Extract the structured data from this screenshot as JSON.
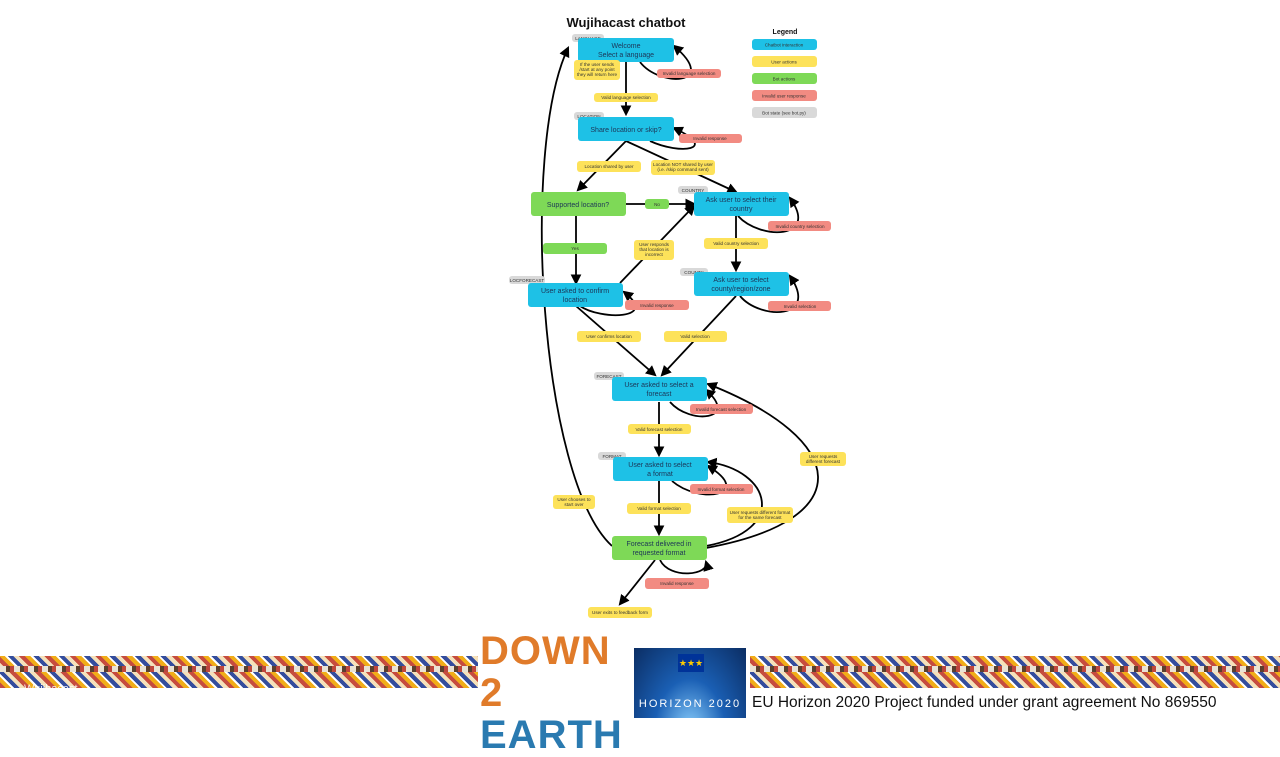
{
  "title": "Wujihacast chatbot",
  "legend": {
    "heading": "Legend",
    "items": [
      {
        "label": "Chatbot interaction",
        "color": "#1ec1e6"
      },
      {
        "label": "User actions",
        "color": "#fde25a"
      },
      {
        "label": "Bot actions",
        "color": "#7ed957"
      },
      {
        "label": "Invalid user response",
        "color": "#f28b82"
      },
      {
        "label": "Bot state (see bot.py)",
        "color": "#d9d9d9"
      }
    ]
  },
  "states": {
    "language": "LANGUAGE",
    "location": "LOCATION",
    "country": "COUNTRY",
    "county": "COUNTY",
    "locforecast": "LOCFORECAST",
    "forecast": "FORECAST",
    "format": "FORMAT"
  },
  "nodes": {
    "welcome": [
      "Welcome",
      "Select a language"
    ],
    "share_location": [
      "Share location or skip?"
    ],
    "supported_location": [
      "Supported location?"
    ],
    "select_country": [
      "Ask user to select their",
      "country"
    ],
    "confirm_location": [
      "User asked to confirm",
      "location"
    ],
    "select_county": [
      "Ask user to select",
      "county/region/zone"
    ],
    "select_forecast": [
      "User asked to select a",
      "forecast"
    ],
    "select_format": [
      "User asked to select",
      "a format"
    ],
    "forecast_delivered": [
      "Forecast delivered in",
      "requested format"
    ]
  },
  "labels": {
    "return_note": [
      "If the user sends",
      "/start at any point",
      "they will return here"
    ],
    "invalid_language": "Invalid language selection",
    "valid_language": "Valid language selection",
    "invalid_response": "Invalid response",
    "location_shared": "Location shared by user",
    "location_not_shared": [
      "Location NOT shared by user",
      "(i.e. /skip command sent)"
    ],
    "no": "No",
    "yes": "Yes",
    "invalid_country": "Invalid country selection",
    "valid_country": "Valid country selection",
    "location_incorrect": [
      "User responds",
      "that location is",
      "incorrect"
    ],
    "invalid_response_confirm": "Invalid response",
    "invalid_selection_county": "Invalid selection",
    "user_confirms_location": "User confirms location",
    "valid_selection": "Valid selection",
    "invalid_forecast": "Invalid forecast selection",
    "valid_forecast": "Valid forecast selection",
    "user_requests_forecast": [
      "User requests",
      "different forecast"
    ],
    "invalid_format": "Invalid format selection",
    "valid_format": "Valid format selection",
    "user_requests_format": [
      "User requests different format",
      "for the same forecast"
    ],
    "start_over": [
      "User chooses to",
      "start over"
    ],
    "invalid_response_final": "Invalid response",
    "feedback": "User exits to feedback form"
  },
  "footer": {
    "logo_line1": "DOWN 2",
    "logo_line2": "EARTH",
    "horizon": "HORIZON 2020",
    "grant": "EU Horizon 2020 Project funded under grant agreement No 869550",
    "watermark": "Wujihacast"
  }
}
